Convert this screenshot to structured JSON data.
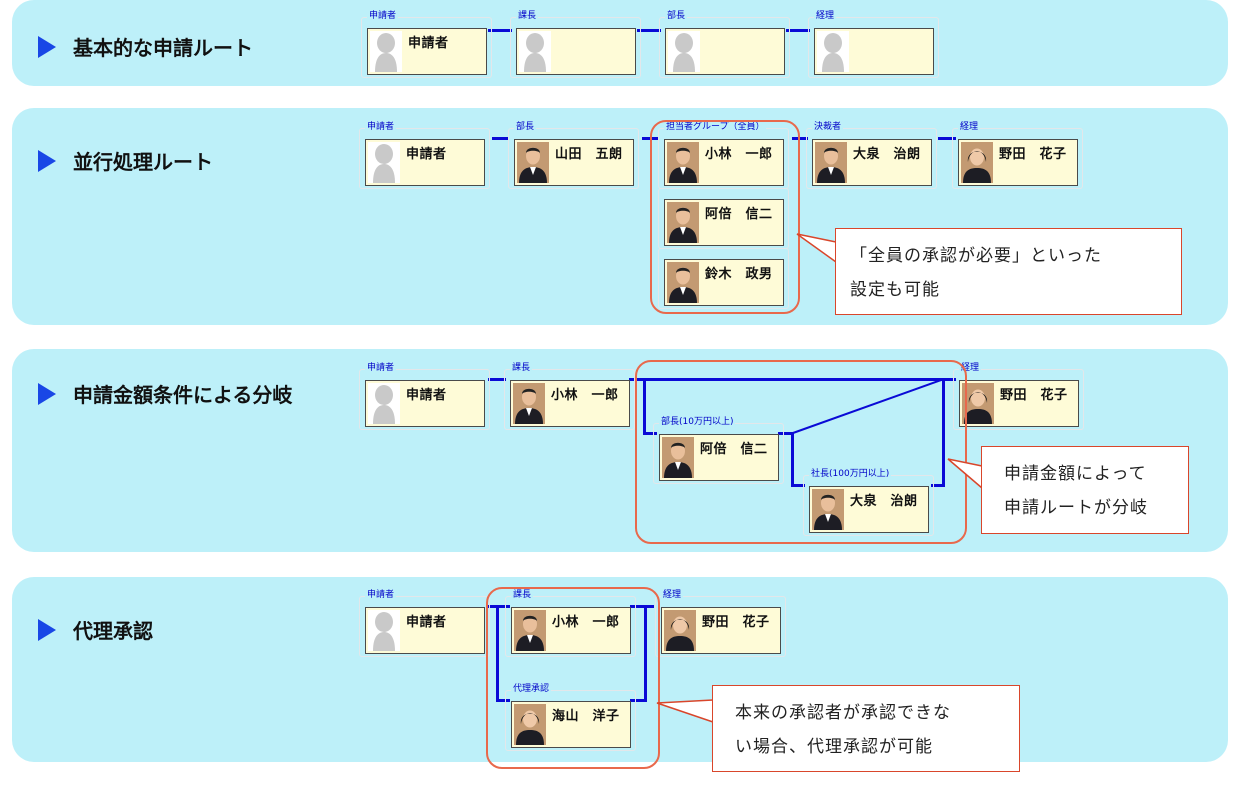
{
  "sections": [
    {
      "title": "基本的な申請ルート"
    },
    {
      "title": "並行処理ルート",
      "callout": [
        "「全員の承認が必要」といった",
        "設定も可能"
      ]
    },
    {
      "title": "申請金額条件による分岐",
      "callout": [
        "申請金額によって",
        "申請ルートが分岐"
      ]
    },
    {
      "title": "代理承認",
      "callout": [
        "本来の承認者が承認できな",
        "い場合、代理承認が可能"
      ]
    }
  ],
  "nodes": {
    "s1_applicant": {
      "label": "申請者",
      "name": "申請者"
    },
    "s1_kacho": {
      "label": "課長",
      "name": ""
    },
    "s1_bucho": {
      "label": "部長",
      "name": ""
    },
    "s1_keiri": {
      "label": "経理",
      "name": ""
    },
    "s2_applicant": {
      "label": "申請者",
      "name": "申請者"
    },
    "s2_bucho": {
      "label": "部長",
      "name": "山田　五朗"
    },
    "s2_group1": {
      "label": "担当者グループ（全員）",
      "name": "小林　一郎"
    },
    "s2_group2": {
      "name": "阿倍　信二"
    },
    "s2_group3": {
      "name": "鈴木　政男"
    },
    "s2_kessai": {
      "label": "決裁者",
      "name": "大泉　治朗"
    },
    "s2_keiri": {
      "label": "経理",
      "name": "野田　花子"
    },
    "s3_applicant": {
      "label": "申請者",
      "name": "申請者"
    },
    "s3_kacho": {
      "label": "課長",
      "name": "小林　一郎"
    },
    "s3_bucho": {
      "label": "部長(10万円以上)",
      "name": "阿倍　信二"
    },
    "s3_shacho": {
      "label": "社長(100万円以上)",
      "name": "大泉　治朗"
    },
    "s3_keiri": {
      "label": "経理",
      "name": "野田　花子"
    },
    "s4_applicant": {
      "label": "申請者",
      "name": "申請者"
    },
    "s4_kacho": {
      "label": "課長",
      "name": "小林　一郎"
    },
    "s4_dairi": {
      "label": "代理承認",
      "name": "海山　洋子"
    },
    "s4_keiri": {
      "label": "経理",
      "name": "野田　花子"
    }
  },
  "colors": {
    "section_bg": "#bdf0f9",
    "arrow": "#1947e6",
    "connector": "#0a0ad6",
    "card_bg": "#fefbd7",
    "highlight": "#e8694c",
    "node_label": "#0000c8"
  }
}
